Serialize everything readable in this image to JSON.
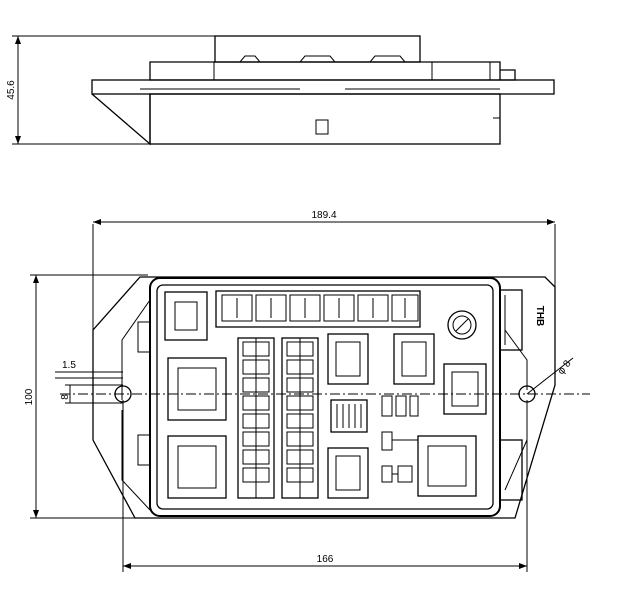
{
  "dimensions": {
    "height": "45.6",
    "length_overall": "189.4",
    "width": "100",
    "length_body": "166",
    "offset": "1.5",
    "hole_offset": "8",
    "hole_diameter": "φ 8"
  },
  "brand": "THB"
}
